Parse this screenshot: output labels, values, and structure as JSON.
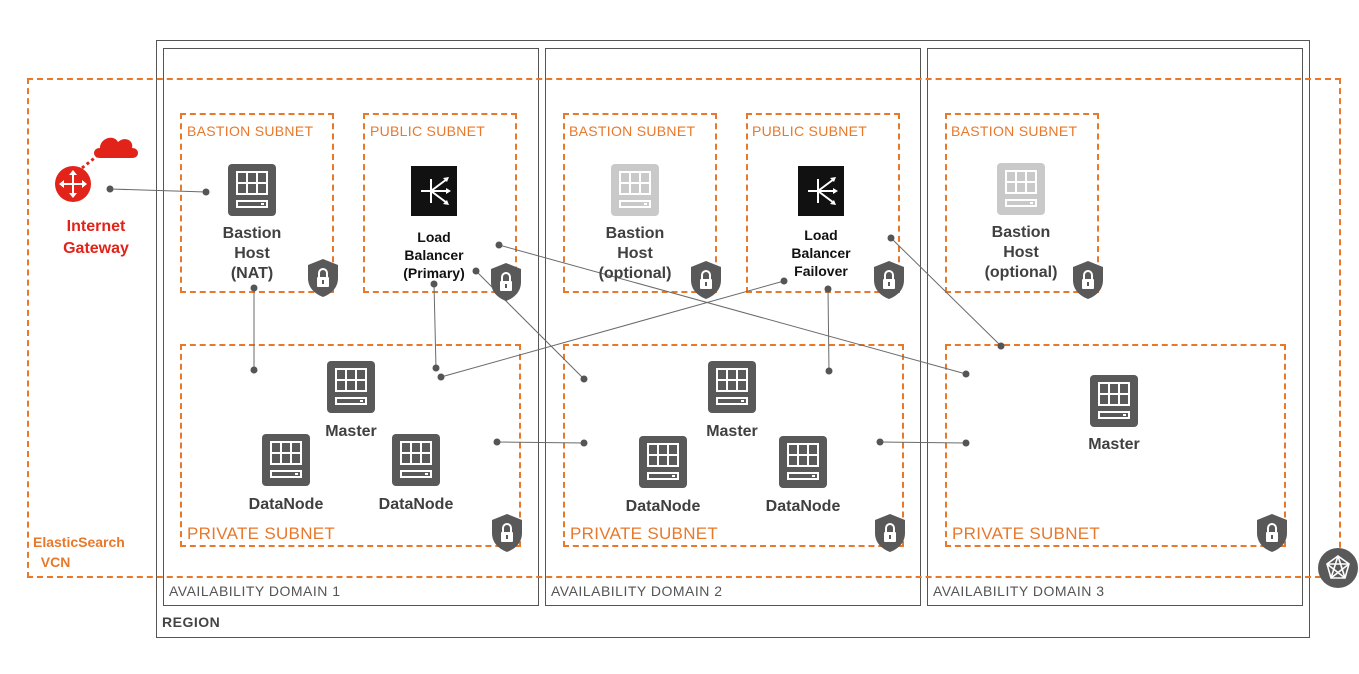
{
  "region": {
    "label": "REGION"
  },
  "vcn": {
    "label": "ElasticSearch\n  VCN"
  },
  "internet_gateway": {
    "label": "Internet\nGateway"
  },
  "domains": [
    {
      "label": "AVAILABILITY DOMAIN 1",
      "bastion_subnet": "BASTION SUBNET",
      "public_subnet": "PUBLIC SUBNET",
      "private_subnet": "PRIVATE SUBNET",
      "bastion_host": "Bastion\nHost\n(NAT)",
      "load_balancer": "Load\nBalancer\n(Primary)",
      "master": "Master",
      "datanode_a": "DataNode",
      "datanode_b": "DataNode"
    },
    {
      "label": "AVAILABILITY DOMAIN 2",
      "bastion_subnet": "BASTION SUBNET",
      "public_subnet": "PUBLIC SUBNET",
      "private_subnet": "PRIVATE SUBNET",
      "bastion_host": "Bastion\nHost\n(optional)",
      "load_balancer": "Load\nBalancer\nFailover",
      "master": "Master",
      "datanode_a": "DataNode",
      "datanode_b": "DataNode"
    },
    {
      "label": "AVAILABILITY DOMAIN 3",
      "bastion_subnet": "BASTION SUBNET",
      "private_subnet": "PRIVATE SUBNET",
      "bastion_host": "Bastion\nHost\n(optional)",
      "master": "Master"
    }
  ],
  "colors": {
    "accent": "#e8782a",
    "gateway": "#e2231a",
    "frame": "#555555",
    "icon": "#595959",
    "icon_light": "#c9c9c9"
  },
  "icons": [
    "router-icon",
    "cloud-icon",
    "server-icon",
    "load-balancer-icon",
    "lock-shield-icon",
    "vcn-icon"
  ]
}
